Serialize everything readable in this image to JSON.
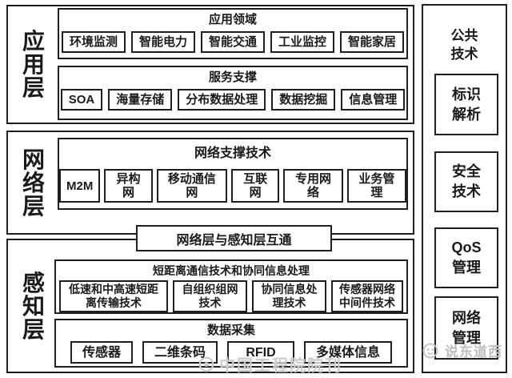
{
  "layers": {
    "app": {
      "label": "应用层",
      "sections": [
        {
          "title": "应用领域",
          "items": [
            "环境监测",
            "智能电力",
            "智能交通",
            "工业监控",
            "智能家居"
          ]
        },
        {
          "title": "服务支撑",
          "items": [
            "SOA",
            "海量存储",
            "分布数据处理",
            "数据挖掘",
            "信息管理"
          ]
        }
      ]
    },
    "network": {
      "label": "网络层",
      "sections": [
        {
          "title": "网络支撑技术",
          "items": [
            "M2M",
            "异构网",
            "移动通信网",
            "互联网",
            "专用网络",
            "业务管理"
          ]
        }
      ]
    },
    "perception": {
      "label": "感知层",
      "sections": [
        {
          "title": "短距离通信技术和协同信息处理",
          "items": [
            "低速和中高速短距离传输技术",
            "自组织组网技术",
            "协同信息处理技术",
            "传感器网络中间件技术"
          ]
        },
        {
          "title": "数据采集",
          "items": [
            "传感器",
            "二维条码",
            "RFID",
            "多媒体信息"
          ]
        }
      ]
    }
  },
  "connector": {
    "label": "网络层与感知层互通"
  },
  "common": {
    "title": "公共技术",
    "items": [
      "标识解析",
      "安全技术",
      "QoS管理",
      "网络管理"
    ]
  },
  "watermarks": {
    "center": "中国工程院院刊",
    "right": "说东道西"
  },
  "colors": {
    "border": "#1f1f1f",
    "background": "#ffffff",
    "watermark_gray": "#c8c8c8"
  }
}
